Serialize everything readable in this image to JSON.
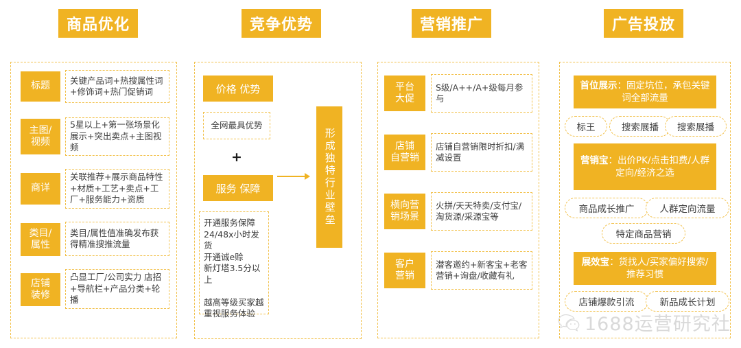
{
  "theme": {
    "accent": "#f0b323",
    "dashed_border": "#f2c14b",
    "text": "#3d3d3d",
    "header_text": "#ffffff",
    "watermark": "#d9d9d9"
  },
  "columns": [
    {
      "id": "product-optimization",
      "header": "商品优化",
      "rows": [
        {
          "label": "标题",
          "text": "关键产品词+热搜属性词+修饰词+热门促销词"
        },
        {
          "label": "主图/\n视频",
          "text": "5星以上+第一张场景化展示+突出卖点+主图视频"
        },
        {
          "label": "商详",
          "text": "关联推荐+展示商品特性+材质+工艺+卖点+工厂+服务能力+资质"
        },
        {
          "label": "类目/\n属性",
          "text": "类目/属性值准确发布获得精准搜推流量"
        },
        {
          "label": "店铺\n装修",
          "text": "凸显工厂/公司实力 店招+导航栏+产品分类+轮播"
        }
      ]
    },
    {
      "id": "competitive-advantage",
      "header": "竞争优势",
      "price_chip": "价格 优势",
      "price_note": "全网最具优势",
      "plus": "+",
      "service_chip": "服务 保障",
      "service_note": "开通服务保障\n24/48x小时发货\n开通诚e赊\n新灯塔3.5分以上\n\n越高等级买家越重视服务体验",
      "arrow": "arrow-right",
      "result_chip": "形成独特行业壁垒"
    },
    {
      "id": "marketing-promotion",
      "header": "营销推广",
      "rows": [
        {
          "label": "平台\n大促",
          "text": "S级/A++/A+级每月参与"
        },
        {
          "label": "店铺\n自营销",
          "text": "店铺自营销限时折扣/满减设置"
        },
        {
          "label": "横向营\n销场景",
          "text": "火拼/天天特卖/支付宝/淘货源/采源宝等"
        },
        {
          "label": "客户\n营销",
          "text": "潜客邀约+新客宝+老客营销+询盘/收藏有礼"
        }
      ]
    },
    {
      "id": "ad-placement",
      "header": "广告投放",
      "blocks": [
        {
          "type": "banner",
          "bold": "首位展示",
          "rest": "：固定坑位，承包关键词全部流量"
        },
        {
          "type": "pills",
          "items": [
            "标王",
            "搜索展播",
            "搜索展播"
          ]
        },
        {
          "type": "banner",
          "bold": "营销宝",
          "rest": "：出价PK/点击扣费/人群定向/经济之选"
        },
        {
          "type": "pills",
          "items": [
            "商品成长推广",
            "人群定向流量"
          ]
        },
        {
          "type": "pills",
          "items": [
            "特定商品营销"
          ]
        },
        {
          "type": "banner",
          "bold": "展效宝",
          "rest": "：货找人/买家偏好搜索/推荐习惯"
        },
        {
          "type": "pills",
          "items": [
            "店铺爆款引流",
            "新品成长计划"
          ]
        }
      ]
    }
  ],
  "watermark": {
    "icon": "wechat-icon",
    "text": "1688运营研究社"
  }
}
